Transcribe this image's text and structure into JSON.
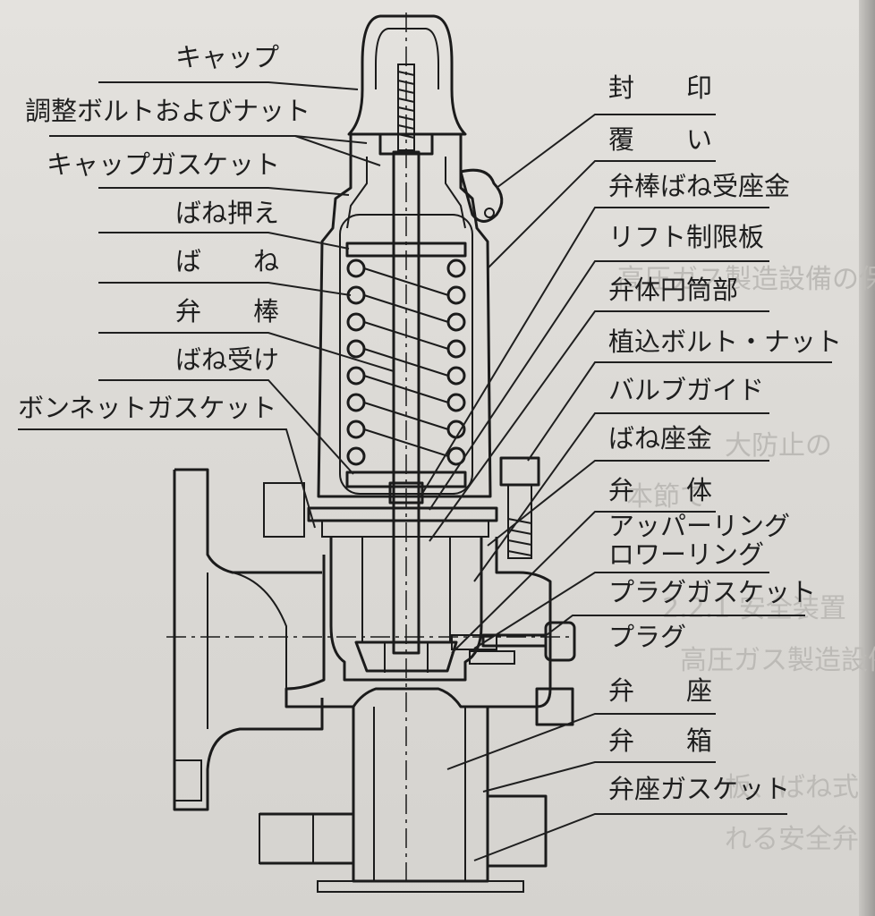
{
  "labels_left": [
    {
      "id": "cap",
      "text": "キャップ"
    },
    {
      "id": "adjusting-bolt-nut",
      "text": "調整ボルトおよびナット"
    },
    {
      "id": "cap-gasket",
      "text": "キャップガスケット"
    },
    {
      "id": "spring-retainer",
      "text": "ばね押え"
    },
    {
      "id": "spring",
      "text": "ば　　ね"
    },
    {
      "id": "valve-stem",
      "text": "弁　　棒"
    },
    {
      "id": "spring-seat",
      "text": "ばね受け"
    },
    {
      "id": "bonnet-gasket",
      "text": "ボンネットガスケット"
    }
  ],
  "labels_right": [
    {
      "id": "seal",
      "text": "封　　印"
    },
    {
      "id": "cover",
      "text": "覆　　い"
    },
    {
      "id": "stem-spring-washer",
      "text": "弁棒ばね受座金"
    },
    {
      "id": "lift-stopper",
      "text": "リフト制限板"
    },
    {
      "id": "body-cylinder",
      "text": "弁体円筒部"
    },
    {
      "id": "stud-bolt-nut",
      "text": "植込ボルト・ナット"
    },
    {
      "id": "valve-guide",
      "text": "バルブガイド"
    },
    {
      "id": "spring-washer",
      "text": "ばね座金"
    },
    {
      "id": "disc",
      "text": "弁　　体"
    },
    {
      "id": "upper-ring",
      "text": "アッパーリング"
    },
    {
      "id": "lower-ring",
      "text": "ロワーリング"
    },
    {
      "id": "plug-gasket",
      "text": "プラグガスケット"
    },
    {
      "id": "plug",
      "text": "プラグ"
    },
    {
      "id": "valve-seat",
      "text": "弁　　座"
    },
    {
      "id": "valve-box",
      "text": "弁　　箱"
    },
    {
      "id": "seat-gasket",
      "text": "弁座ガスケット"
    }
  ],
  "background_text": [
    "高圧ガス製造設備の保安",
    "大防止の",
    "本節で",
    "2.2.1 安全装置",
    "高圧ガス製造設備",
    "板、ばね式",
    "れる安全弁"
  ],
  "colors": {
    "ink": "#1e1e1e",
    "paper": "#dcdad6",
    "ghost": "#bcbab6"
  }
}
